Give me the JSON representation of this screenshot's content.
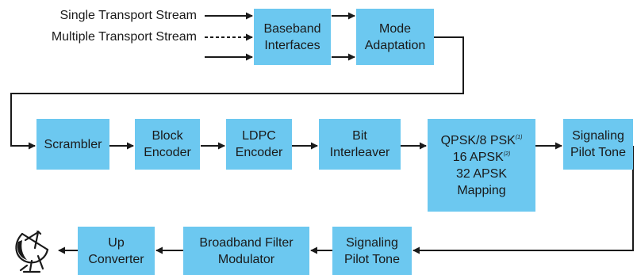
{
  "inputs": {
    "single": "Single Transport Stream",
    "multiple": "Multiple Transport Stream"
  },
  "blocks": {
    "baseband": [
      "Baseband",
      "Interfaces"
    ],
    "mode": [
      "Mode",
      "Adaptation"
    ],
    "scrambler": [
      "Scrambler"
    ],
    "block_encoder": [
      "Block",
      "Encoder"
    ],
    "ldpc": [
      "LDPC",
      "Encoder"
    ],
    "bit_interleaver": [
      "Bit",
      "Interleaver"
    ],
    "mapping": {
      "l1": "QPSK/8 PSK",
      "l1_note": "(1)",
      "l2": "16 APSK",
      "l2_note": "(2)",
      "l3": "32 APSK",
      "l4": "Mapping"
    },
    "pilot_top": [
      "Signaling",
      "Pilot Tone"
    ],
    "pilot_bottom": [
      "Signaling",
      "Pilot Tone"
    ],
    "modulator": [
      "Broadband Filter",
      "Modulator"
    ],
    "upconverter": [
      "Up",
      "Converter"
    ]
  },
  "colors": {
    "box_fill": "#6cc8f0",
    "line": "#1a1a1a"
  },
  "icons": {
    "output": "satellite-dish-icon"
  }
}
